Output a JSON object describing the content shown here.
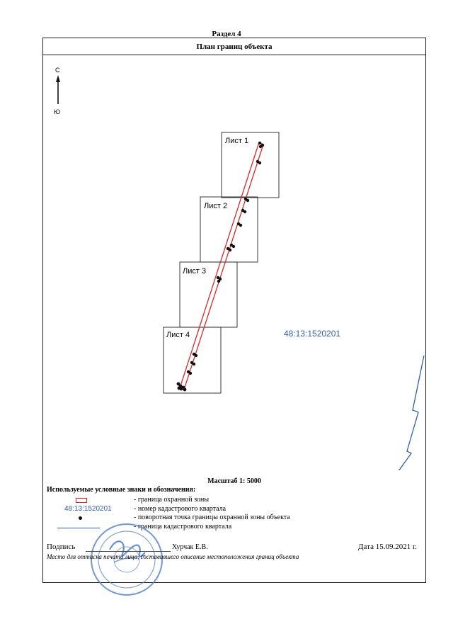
{
  "section_title": "Раздел 4",
  "header": {
    "title": "План границ объекта"
  },
  "compass": {
    "north": "С",
    "south": "Ю"
  },
  "sheets": [
    {
      "label": "Лист 1"
    },
    {
      "label": "Лист 2"
    },
    {
      "label": "Лист 3"
    },
    {
      "label": "Лист 4"
    }
  ],
  "cadastral_number": "48:13:1520201",
  "scale": {
    "label": "Масштаб 1: 5000"
  },
  "legend": {
    "title": "Используемые условные знаки и обозначения:",
    "items": [
      {
        "text": "- граница охранной зоны"
      },
      {
        "text": "- номер кадастрового квартала"
      },
      {
        "text": "- поворотная точка границы охранной зоны объекта"
      },
      {
        "text": "- граница кадастрового квартала"
      }
    ],
    "sample_number": "48:13:1520201"
  },
  "signature": {
    "label": "Подпись",
    "name": "Хурчак Е.В.",
    "date": "Дата 15.09.2021 г.",
    "stamp_note": "Место для оттиска печати лица, составившего описание местоположения границ объекта"
  },
  "colors": {
    "zone_border": "#d9262a",
    "cadastral_line": "#2f5fa8",
    "stamp": "#5b86c9"
  }
}
